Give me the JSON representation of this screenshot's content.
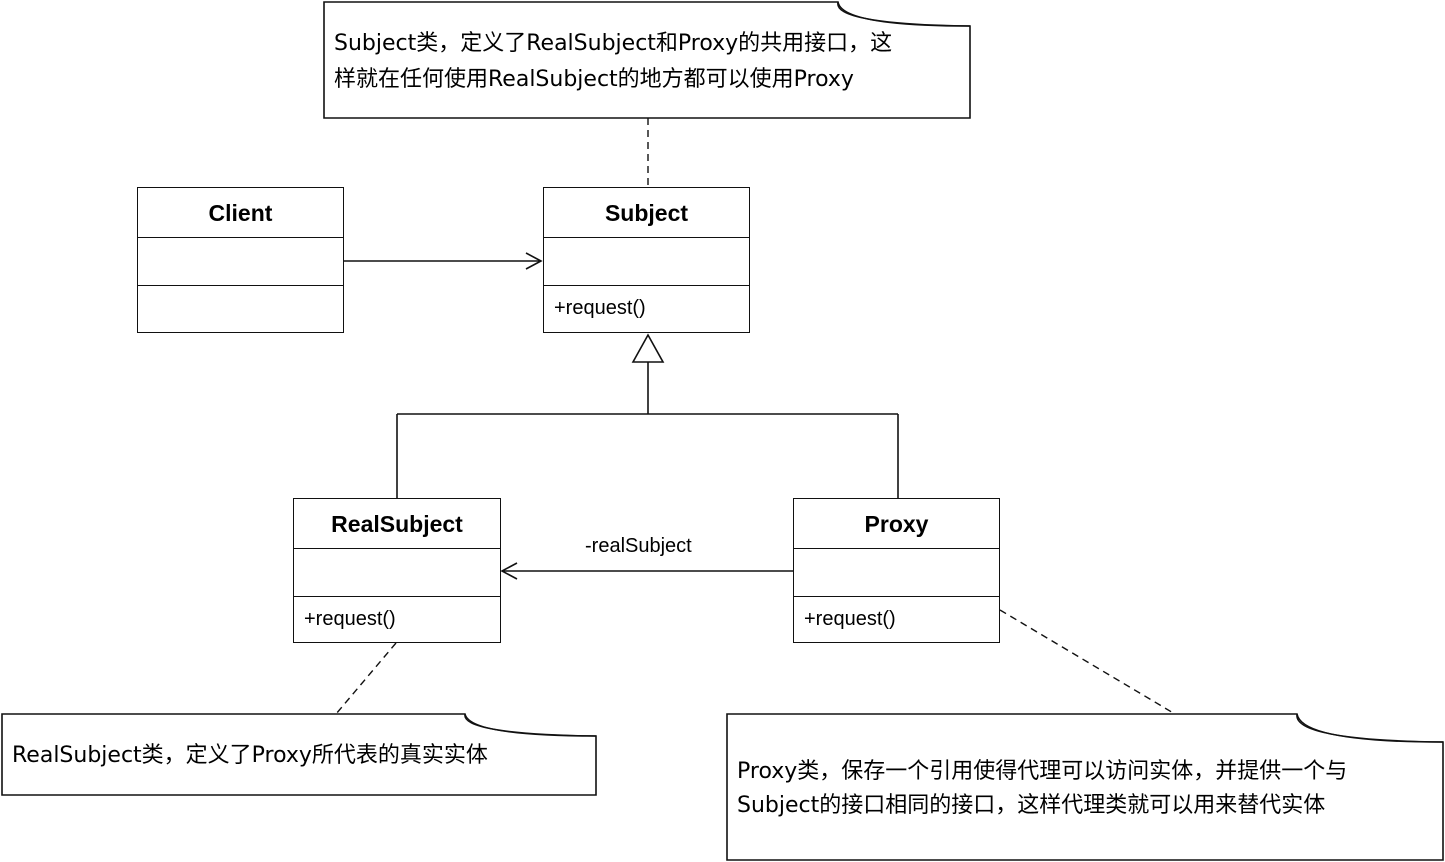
{
  "classes": {
    "client": {
      "name": "Client",
      "operations": ""
    },
    "subject": {
      "name": "Subject",
      "operations": "+request()"
    },
    "realsubject": {
      "name": "RealSubject",
      "operations": "+request()"
    },
    "proxy": {
      "name": "Proxy",
      "operations": "+request()"
    }
  },
  "notes": {
    "subject": {
      "line1": "Subject类，定义了RealSubject和Proxy的共用接口，这",
      "line2": "样就在任何使用RealSubject的地方都可以使用Proxy"
    },
    "realsubject": {
      "line1": "RealSubject类，定义了Proxy所代表的真实实体"
    },
    "proxy": {
      "line1": "Proxy类，保存一个引用使得代理可以访问实体，并提供一个与",
      "line2": "Subject的接口相同的接口，这样代理类就可以用来替代实体"
    }
  },
  "associations": {
    "proxy_to_realsubject": "-realSubject"
  }
}
